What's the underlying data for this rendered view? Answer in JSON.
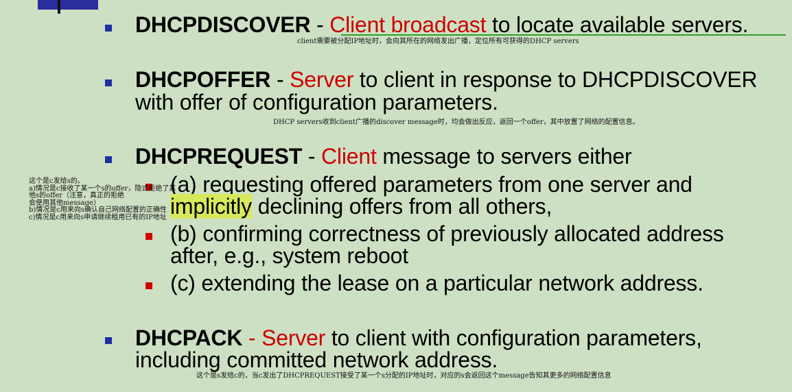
{
  "bullets": [
    {
      "term": "DHCPDISCOVER",
      "sep": " - ",
      "red": "Client broadcast",
      "rest": " to locate available servers.",
      "note": "client需要被分配IP地址时，会向其所在的网络发出广播，定位所有可获得的DHCP servers"
    },
    {
      "term": "DHCPOFFER",
      "sep": " - ",
      "red": "Server",
      "rest": " to client in response to DHCPDISCOVER",
      "line2": "with offer of configuration parameters.",
      "note": "DHCP servers收到client广播的discover message时，均会做出反应，返回一个offer，其中放置了网络的配置信息。"
    },
    {
      "term": "DHCPREQUEST",
      "sep": " - ",
      "red": "Client",
      "rest": " message to servers either",
      "subs": [
        {
          "line1": "(a) requesting offered parameters from one server and",
          "hl": "implicitly",
          "line2_rest": " declining offers from all others,"
        },
        {
          "line1": "(b) confirming correctness of previously allocated address",
          "line2": "after, e.g., system reboot"
        },
        {
          "line1": "(c) extending the lease on a particular network address."
        }
      ],
      "side_note": "这个是c发给s的。\na)情况是c接收了某一个s的offer，隐式拒绝了其他s的offer（注意，真正的拒绝\n会使用其他message）\nb)情况是c用来向s确认自己网络配置的正确性\nc)情况是c用来向s申请继续租用已有的IP地址"
    },
    {
      "term": "DHCPACK",
      "sep": " - ",
      "red": "Server",
      "rest": " to client with configuration parameters,",
      "line2": "including committed network address.",
      "note": "这个是s发给c的，当c发出了DHCPREQUEST接受了某一个s分配的IP地址时，对应的s会返回这个message告知其更多的网络配置信息"
    }
  ],
  "colors": {
    "background": "#cee0c4",
    "bullet_blue": "#1f2fa0",
    "bullet_red": "#d00000",
    "emphasis_red": "#cc0000",
    "highlight": "#d8e85c",
    "underline_green": "#2aa02a"
  }
}
